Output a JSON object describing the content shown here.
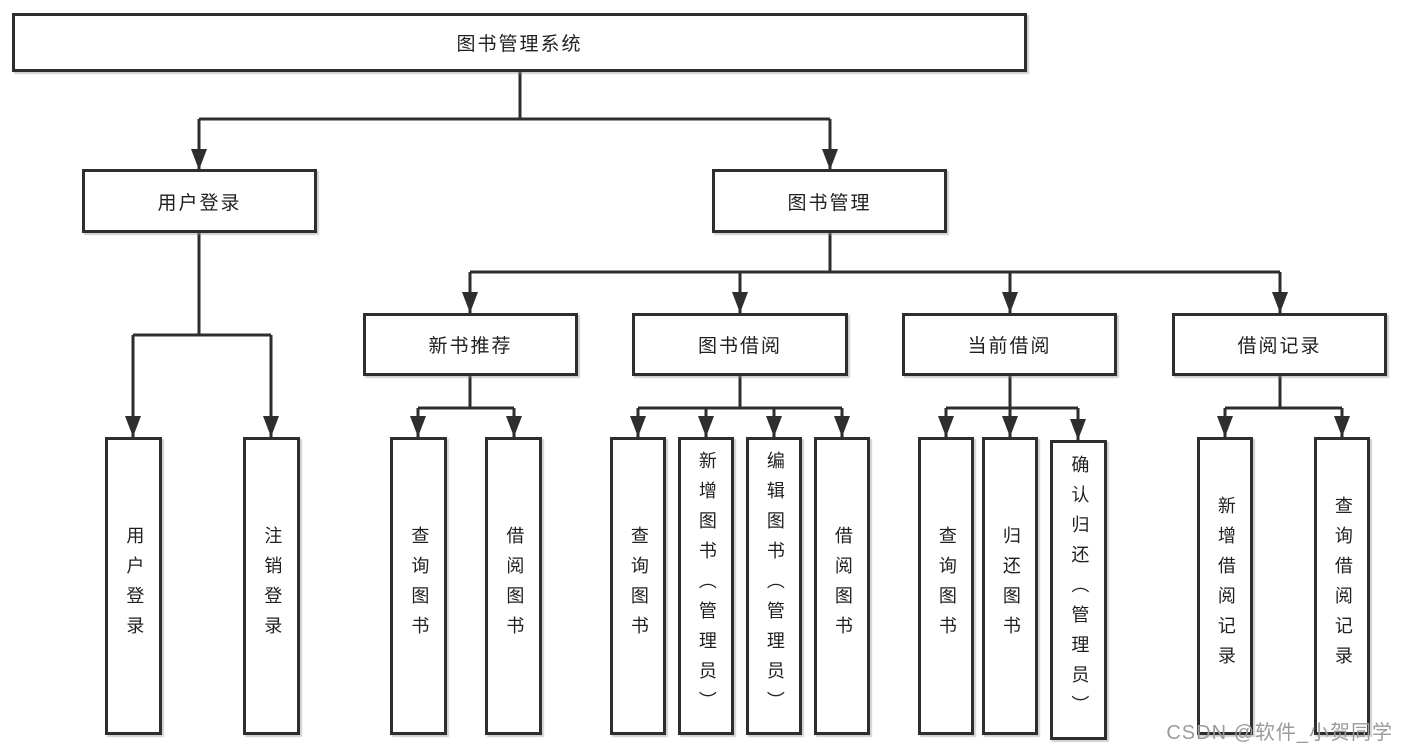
{
  "tree": {
    "root": "图书管理系统",
    "branches": [
      {
        "label": "用户登录",
        "children": [
          "用户登录",
          "注销登录"
        ]
      },
      {
        "label": "图书管理",
        "sections": [
          {
            "label": "新书推荐",
            "children": [
              "查询图书",
              "借阅图书"
            ]
          },
          {
            "label": "图书借阅",
            "children": [
              "查询图书",
              "新增图书（管理员）",
              "编辑图书（管理员）",
              "借阅图书"
            ]
          },
          {
            "label": "当前借阅",
            "children": [
              "查询图书",
              "归还图书",
              "确认归还（管理员）"
            ]
          },
          {
            "label": "借阅记录",
            "children": [
              "新增借阅记录",
              "查询借阅记录"
            ]
          }
        ]
      }
    ]
  },
  "watermark": "CSDN @软件_小贺同学",
  "colors": {
    "line": "#2e2e2e",
    "text": "#1f1f1f",
    "watermark": "#9b9b9b",
    "background": "#ffffff"
  }
}
